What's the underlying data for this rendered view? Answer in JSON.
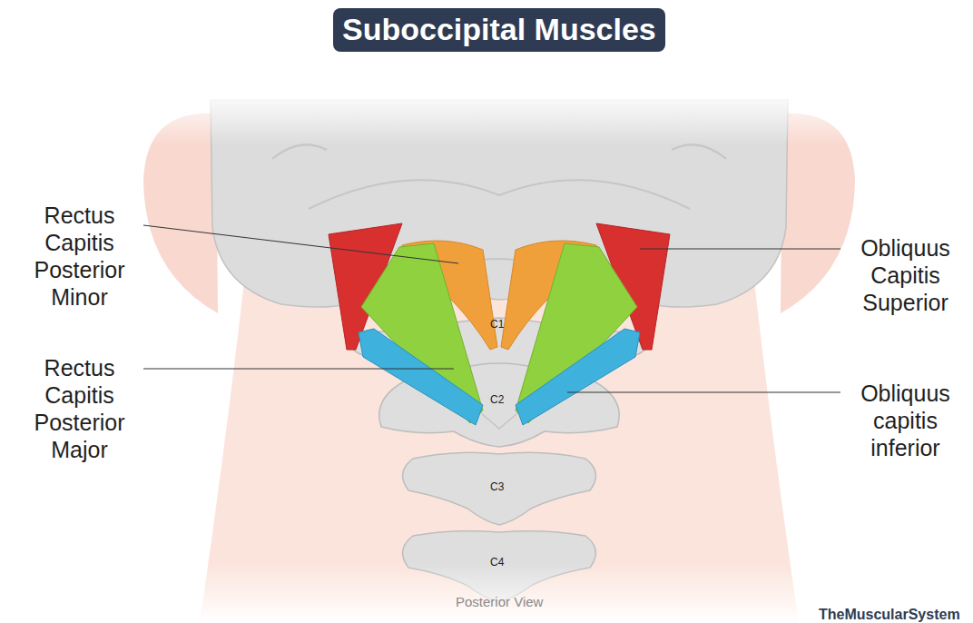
{
  "diagram": {
    "title": "Suboccipital Muscles",
    "caption": "Posterior View",
    "labels": [
      "Rectus Capitis Posterior Minor",
      "Rectus Capitis Posterior Major",
      "Obliquus Capitis Superior",
      "Obliquus capitis inferior",
      "C1",
      "C2",
      "C3",
      "C4",
      "TheMuscularSystem"
    ]
  }
}
